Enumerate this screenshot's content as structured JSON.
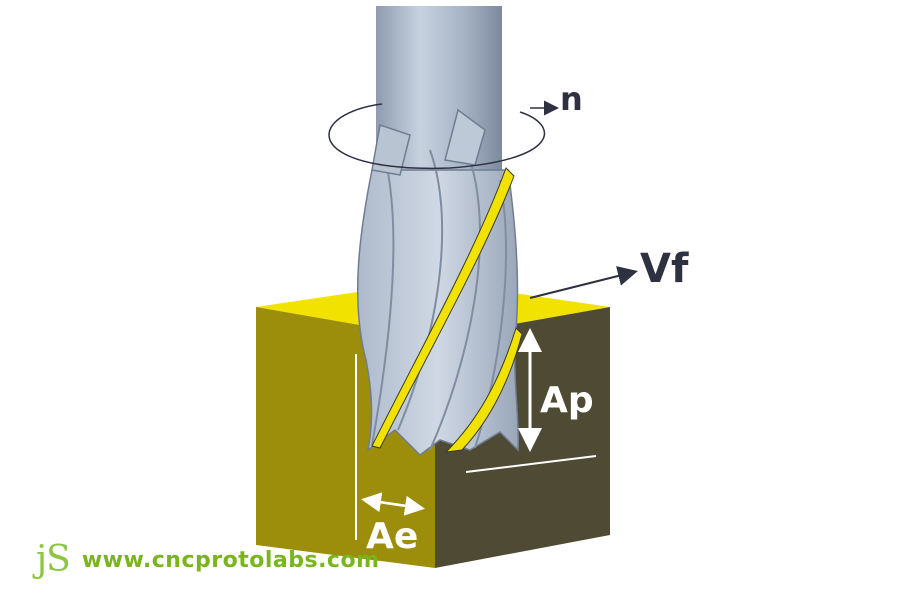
{
  "labels": {
    "rotation": "n",
    "feed": "Vf",
    "axial_depth": "Ap",
    "radial_depth": "Ae"
  },
  "brand": {
    "logo": "jS",
    "url": "www.cncprotolabs.com"
  },
  "colors": {
    "workpiece_top": "#f2e200",
    "workpiece_front": "#9c8d0a",
    "workpiece_side": "#4f4a33",
    "cutter_light": "#c9d3e1",
    "cutter_mid": "#9aa8ba",
    "cutter_dark": "#6f7d90",
    "flute_edge": "#f2e200",
    "arrow": "#2e3140",
    "brand_green": "#8cc63f"
  },
  "icons": [
    "rotation-arrow-icon",
    "feed-arrow-icon",
    "depth-arrow-icon",
    "width-arrow-icon"
  ]
}
